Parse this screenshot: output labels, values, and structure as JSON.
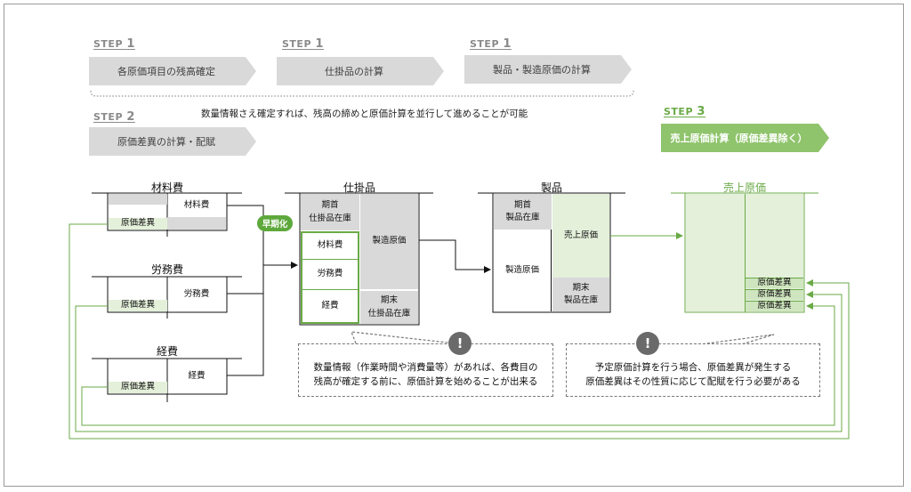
{
  "steps": {
    "s1a": {
      "label": "STEP",
      "num": "1",
      "text": "各原価項目の残高確定"
    },
    "s1b": {
      "label": "STEP",
      "num": "1",
      "text": "仕掛品の計算"
    },
    "s1c": {
      "label": "STEP",
      "num": "1",
      "text": "製品・製造原価の計算"
    },
    "s2": {
      "label": "STEP",
      "num": "2",
      "text": "原価差異の計算・配賦"
    },
    "s3": {
      "label": "STEP",
      "num": "3",
      "text": "売上原価計算（原価差異除く）"
    }
  },
  "parallel_note": "数量情報さえ確定すれば、残高の締めと原価計算を並行して進めることが可能",
  "accounts": {
    "material": {
      "title": "材料費",
      "credit": "材料費",
      "variance": "原価差異"
    },
    "labor": {
      "title": "労務費",
      "credit": "労務費",
      "variance": "原価差異"
    },
    "expense": {
      "title": "経費",
      "credit": "経費",
      "variance": "原価差異"
    },
    "wip": {
      "title": "仕掛品",
      "opening": "期首\n仕掛品在庫",
      "material": "材料費",
      "labor": "労務費",
      "expense": "経費",
      "cost": "製造原価",
      "closing": "期末\n仕掛品在庫"
    },
    "product": {
      "title": "製品",
      "opening": "期首\n製品在庫",
      "cost": "製造原価",
      "cogs": "売上原価",
      "closing": "期末\n製品在庫"
    },
    "cogs": {
      "title": "売上原価",
      "variance_rows": [
        "原価差異",
        "原価差異",
        "原価差異"
      ]
    }
  },
  "badge": "早期化",
  "callouts": {
    "left": "数量情報（作業時間や消費量等）があれば、各費目の\n残高が確定する前に、原価計算を始めることが出来る",
    "right": "予定原価計算を行う場合、原価差異が発生する\n原価差異はその性質に応じて配賦を行う必要がある",
    "icon": "!"
  },
  "colors": {
    "green": "#6aaa46",
    "gray": "#d9d9d9",
    "light_green": "#e4f0da"
  }
}
